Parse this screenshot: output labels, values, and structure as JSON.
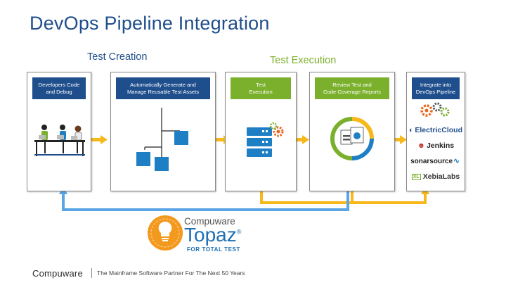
{
  "title": "DevOps Pipeline Integration",
  "sections": {
    "creation": "Test Creation",
    "execution": "Test Execution"
  },
  "cards": [
    {
      "header": "Developers Code\nand Debug",
      "color": "#1f4e8c"
    },
    {
      "header": "Automatically Generate and\nManage Reusable Test Assets",
      "color": "#1f4e8c"
    },
    {
      "header": "Test\nExecution",
      "color": "#7bb02c"
    },
    {
      "header": "Review Test and\nCode Coverage Reports",
      "color": "#7bb02c"
    },
    {
      "header": "Integrate into\nDevOps Pipeline",
      "color": "#1f4e8c"
    }
  ],
  "integrations": {
    "logos": [
      "ElectricCloud",
      "Jenkins",
      "sonarsource",
      "XebiaLabs"
    ],
    "icons": [
      "gears-icon"
    ]
  },
  "topaz": {
    "company": "Compuware",
    "product": "Topaz",
    "registered": "®",
    "tagline": "FOR TOTAL TEST"
  },
  "footer": {
    "brand": "Compuware",
    "tagline": "The Mainframe Software Partner For The Next 50 Years"
  },
  "colors": {
    "brand_blue": "#1f4e8c",
    "green": "#7bb02c",
    "arrow_yellow": "#f6b81b",
    "arrow_blue": "#5aa5e6",
    "icon_blue": "#1f7fc4",
    "gear_orange": "#e8661e"
  }
}
